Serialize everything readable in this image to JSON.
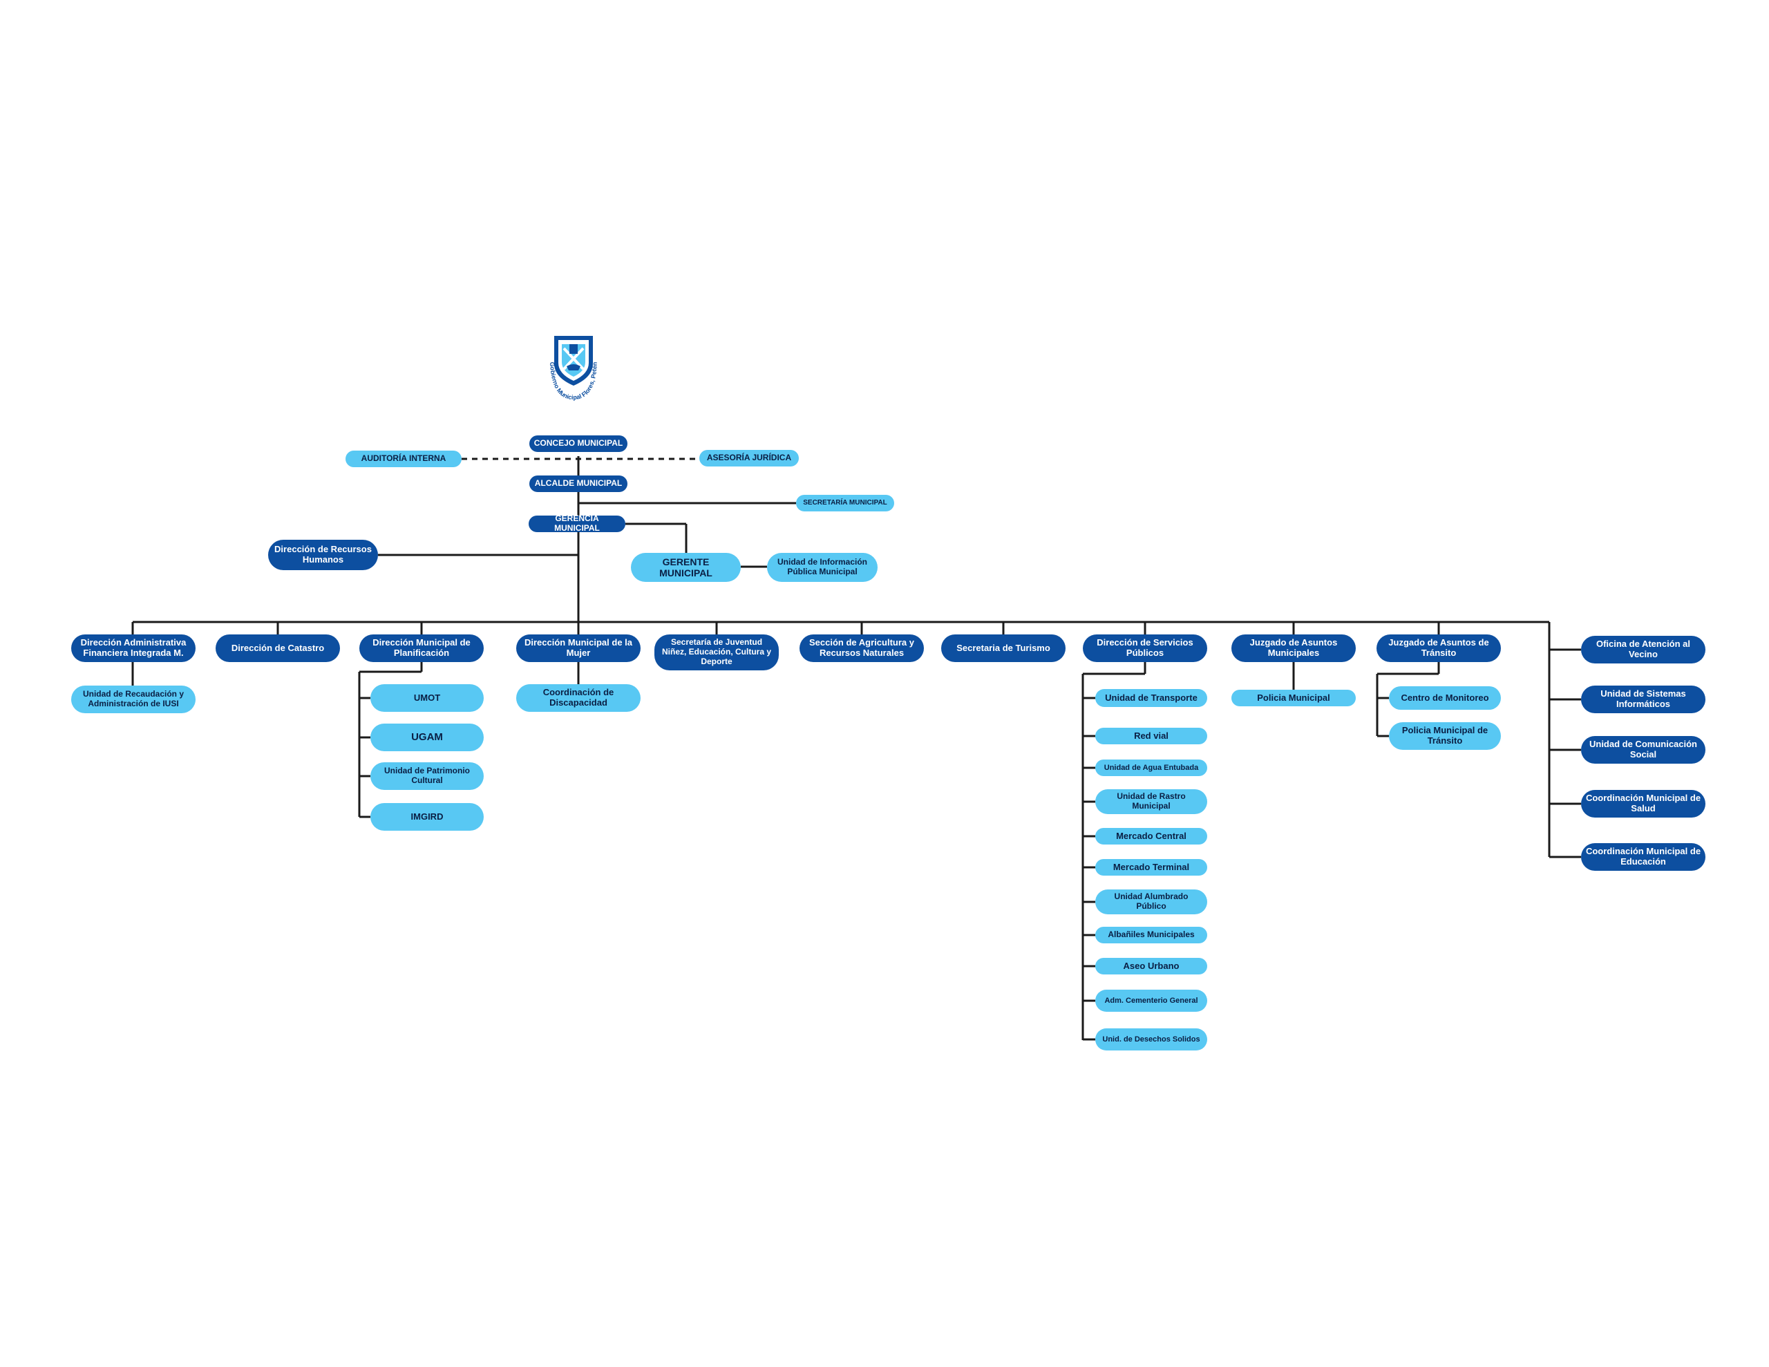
{
  "colors": {
    "dark": "#0d4fa0",
    "light": "#58c8f3",
    "line": "#1a1a1a"
  },
  "logo": {
    "icon": "municipal-shield-icon",
    "caption": "Gobierno Municipal Flores, Petén"
  },
  "top": {
    "concejo": "CONCEJO MUNICIPAL",
    "auditoria": "AUDITORÍA INTERNA",
    "asesoria": "ASESORÍA JURÍDICA",
    "alcalde": "ALCALDE MUNICIPAL",
    "secretaria": "SECRETARÍA MUNICIPAL",
    "gerencia": "GERENCIA MUNICIPAL",
    "recursos_humanos": "Dirección de Recursos Humanos",
    "gerente": "GERENTE MUNICIPAL",
    "info_publica": "Unidad de Información Pública Municipal"
  },
  "departments": {
    "dafim": "Dirección Administrativa Financiera Integrada M.",
    "recaudacion": "Unidad de Recaudación y Administración de IUSI",
    "catastro": "Dirección de Catastro",
    "planificacion": "Dirección Municipal de Planificación",
    "umot": "UMOT",
    "ugam": "UGAM",
    "patrimonio": "Unidad de Patrimonio Cultural",
    "imgird": "IMGIRD",
    "mujer": "Dirección Municipal de la Mujer",
    "discapacidad": "Coordinación de Discapacidad",
    "juventud": "Secretaría de Juventud Niñez, Educación, Cultura y Deporte",
    "agricultura": "Sección de Agricultura y Recursos Naturales",
    "turismo": "Secretaria de Turismo",
    "servicios": "Dirección de Servicios Públicos",
    "juzgado_municipal": "Juzgado de Asuntos Municipales",
    "policia_municipal": "Policia Municipal",
    "juzgado_transito": "Juzgado de Asuntos de Tránsito",
    "monitoreo": "Centro de Monitoreo",
    "policia_transito": "Policia Municipal de Tránsito"
  },
  "servicios_items": [
    "Unidad de Transporte",
    "Red vial",
    "Unidad de Agua Entubada",
    "Unidad de Rastro Municipal",
    "Mercado Central",
    "Mercado Terminal",
    "Unidad Alumbrado Público",
    "Albañiles  Municipales",
    "Aseo Urbano",
    "Adm. Cementerio General",
    "Unid. de Desechos Solidos"
  ],
  "right_column": [
    "Oficina de Atención al Vecino",
    "Unidad de Sistemas Informáticos",
    "Unidad de Comunicación Social",
    "Coordinación Municipal de Salud",
    "Coordinación Municipal de Educación"
  ]
}
